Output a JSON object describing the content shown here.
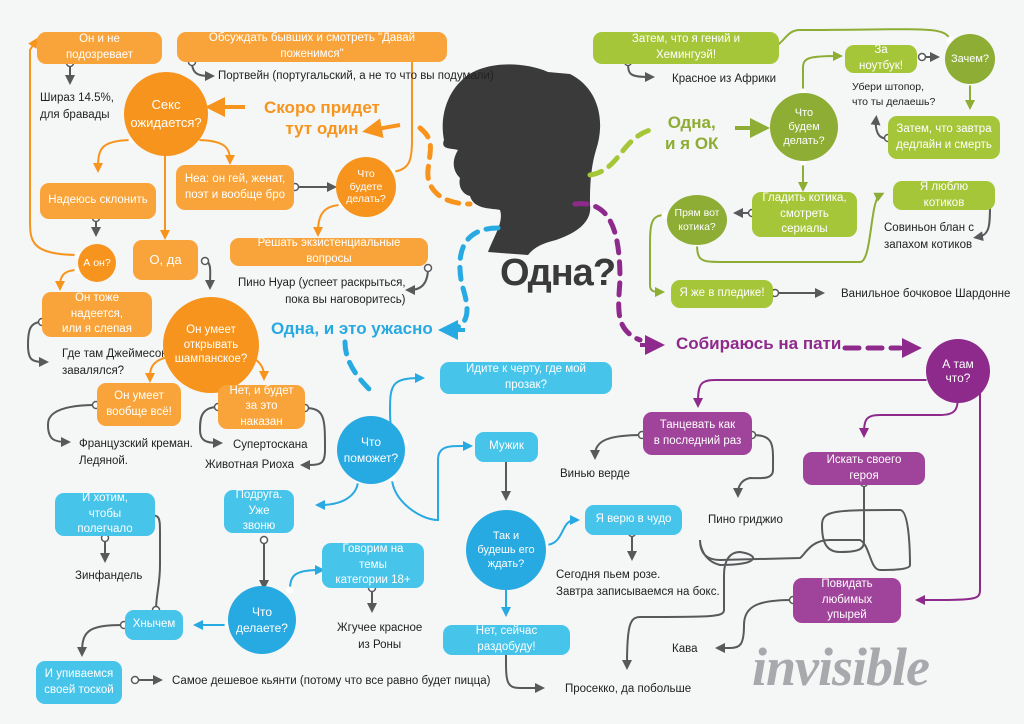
{
  "title": "Одна?",
  "logo": "invisible",
  "colors": {
    "orange": "#f7941d",
    "orange_light": "#f9a43a",
    "blue": "#27a9e1",
    "blue_light": "#47c4ea",
    "green": "#8dad34",
    "green_light": "#a6c63a",
    "purple": "#8e2a8c",
    "purple_light": "#a0439a",
    "connector": "#58595b",
    "silhouette": "#3a3a3a",
    "background": "#f5f6f6"
  },
  "branches": {
    "orange": {
      "heading": "Скоро придет\nтут один",
      "nodes": {
        "sex_expected": "Секс\nожидается?",
        "he_doesnt_suspect": "Он и не подозревает",
        "discuss_exes": "Обсуждать бывших и смотреть \"Давай поженимся\"",
        "hope_to_persuade": "Надеюсь склонить",
        "nope_gay": "Неа: он гей, женат,\nпоэт и вообще бро",
        "what_will_you_do": "Что\nбудете\nделать?",
        "existential": "Решать экзистенциальные вопросы",
        "and_he": "А он?",
        "oh_yes": "О, да",
        "he_hopes_too": "Он тоже надеется,\nили я слепая",
        "can_open_champagne": "Он умеет\nоткрывать\nшампанское?",
        "he_can_everything": "Он умеет\nвообще всё!",
        "no_punished": "Нет, и будет\nза это наказан"
      },
      "wines": {
        "shiraz": "Шираз 14.5%,\nдля бравады",
        "port": "Портвейн (португальский, а не то что вы подумали)",
        "pinot_noir": "Пино Нуар (успеет раскрыться,\nпока вы наговоритесь)",
        "jameson": "Где там Джеймесон\nзавалялся?",
        "cremant": "Французский креман.\nЛедяной.",
        "supertuscan": "Супертоскана",
        "rioja": "Животная Риоха"
      }
    },
    "blue": {
      "heading": "Одна, и это ужасно",
      "nodes": {
        "what_helps": "Что\nпоможет?",
        "prozac": "Идите к черту, где мой прозак?",
        "man": "Мужик",
        "friend_calling": "Подруга.\nУже звоню",
        "want_relief": "И хотим,\nчтобы полегчало",
        "what_doing": "Что\nделаете?",
        "talk_18": "Говорим на темы\nкатегории 18+",
        "whine": "Хнычем",
        "wallow": "И упиваемся\nсвоей тоской",
        "wait_for_him": "Так и\nбудешь его\nждать?",
        "believe_miracle": "Я верю в чудо",
        "get_one_now": "Нет, сейчас раздобуду!"
      },
      "wines": {
        "zinfandel": "Зинфандель",
        "rhone_red": "Жгучее красное\nиз Роны",
        "chianti": "Самое дешевое кьянти (потому что все равно будет пицца)",
        "rose": "Сегодня пьем розе.\nЗавтра записываемся на бокс.",
        "prosecco": "Просекко, да побольше"
      }
    },
    "green": {
      "heading": "Одна,\nи я ОК",
      "nodes": {
        "genius_hemingway": "Затем, что я гений и Хемингуэй!",
        "to_laptop": "За ноутбук!",
        "why": "Зачем?",
        "what_shall_we_do": "Что\nбудем\nделать?",
        "deadline_death": "Затем, что завтра\nдедлайн и смерть",
        "pet_cat": "Гладить котика,\nсмотреть сериалы",
        "literally_cat": "Прям вот\nкотика?",
        "love_cats": "Я люблю котиков",
        "in_blanket": "Я же в пледике!"
      },
      "wines": {
        "africa_red": "Красное из Африки",
        "corkscrew": "Убери штопор,\nчто ты делаешь?",
        "sauvignon": "Совиньон блан с\nзапахом котиков",
        "chardonnay": "Ванильное бочковое Шардонне"
      }
    },
    "purple": {
      "heading": "Собираюсь на пати",
      "nodes": {
        "whats_there": "А там\nчто?",
        "dance": "Танцевать как\nв последний раз",
        "seek_hero": "Искать своего героя",
        "see_ghouls": "Повидать\nлюбимых упырей"
      },
      "wines": {
        "vinho_verde": "Винью верде",
        "pinot_grigio": "Пино гриджио",
        "cava": "Кава"
      }
    }
  }
}
